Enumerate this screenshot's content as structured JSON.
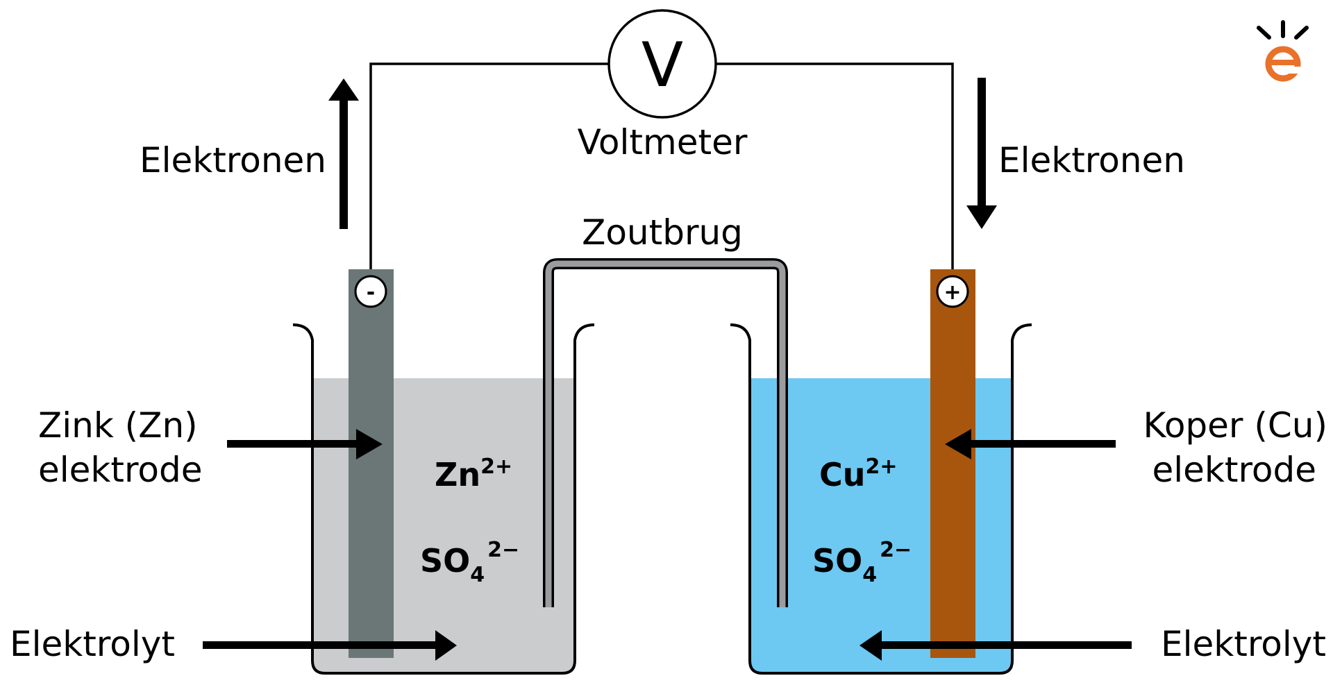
{
  "labels": {
    "voltmeter_symbol": "V",
    "voltmeter": "Voltmeter",
    "electrons_left": "Elektronen",
    "electrons_right": "Elektronen",
    "salt_bridge": "Zoutbrug",
    "zinc_line1": "Zink (Zn)",
    "zinc_line2": "elektrode",
    "copper_line1": "Koper (Cu)",
    "copper_line2": "elektrode",
    "electrolyte_left": "Elektrolyt",
    "electrolyte_right": "Elektrolyt",
    "minus_sign": "-",
    "plus_sign": "+"
  },
  "ions": {
    "left_cation": "Zn",
    "left_cation_charge": "2+",
    "left_anion": "SO",
    "left_anion_sub": "4",
    "left_anion_charge": "2−",
    "right_cation": "Cu",
    "right_cation_charge": "2+",
    "right_anion": "SO",
    "right_anion_sub": "4",
    "right_anion_charge": "2−"
  },
  "colors": {
    "zinc_electrode": "#6b7776",
    "copper_electrode": "#a8560e",
    "left_electrolyte": "#cbcccd",
    "right_electrolyte": "#6dc8f2",
    "logo_accent": "#e8722a"
  },
  "icons": {
    "logo": "e-logo-icon"
  }
}
